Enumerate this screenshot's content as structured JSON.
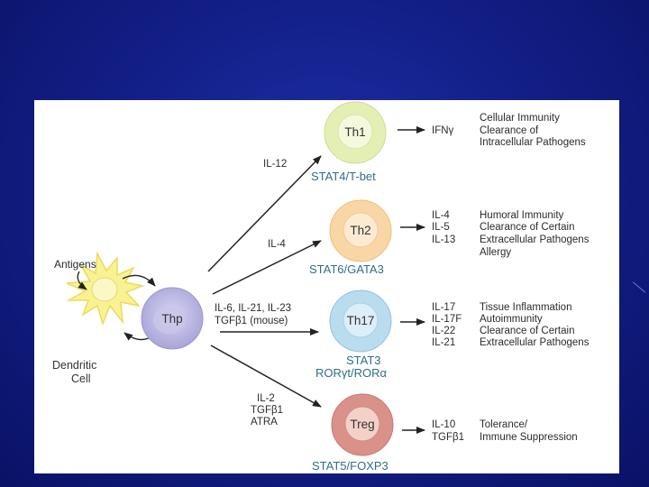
{
  "diagram": {
    "antigens_label": "Antigens",
    "dendritic_label_line1": "Dendritic",
    "dendritic_label_line2": "Cell",
    "thp_label": "Thp",
    "branches": [
      {
        "id": "th1",
        "cell": "Th1",
        "transcription_factor": "STAT4/T-bet",
        "inducers": [
          "IL-12"
        ],
        "cytokines": [
          "IFNγ"
        ],
        "functions": [
          "Cellular Immunity",
          "Clearance of",
          "Intracellular Pathogens"
        ],
        "cell_color": "#e4efb4",
        "cell_inner": "#f4f8dc"
      },
      {
        "id": "th2",
        "cell": "Th2",
        "transcription_factor": "STAT6/GATA3",
        "inducers": [
          "IL-4"
        ],
        "cytokines": [
          "IL-4",
          "IL-5",
          "IL-13"
        ],
        "functions": [
          "Humoral Immunity",
          "Clearance of Certain",
          "Extracellular Pathogens",
          "Allergy"
        ],
        "cell_color": "#f9d6a6",
        "cell_inner": "#fcebd2"
      },
      {
        "id": "th17",
        "cell": "Th17",
        "transcription_factor": "STAT3",
        "transcription_factor_line2": "RORγt/RORα",
        "inducers": [
          "IL-6, IL-21, IL-23",
          "TGFβ1 (mouse)"
        ],
        "cytokines": [
          "IL-17",
          "IL-17F",
          "IL-22",
          "IL-21"
        ],
        "functions": [
          "Tissue Inflammation",
          "Autoimmunity",
          "Clearance of Certain",
          "Extracellular Pathogens"
        ],
        "cell_color": "#b9dcef",
        "cell_inner": "#ddeef8"
      },
      {
        "id": "treg",
        "cell": "Treg",
        "transcription_factor": "STAT5/FOXP3",
        "inducers": [
          "IL-2",
          "TGFβ1",
          "ATRA"
        ],
        "cytokines": [
          "IL-10",
          "TGFβ1"
        ],
        "functions": [
          "Tolerance/",
          "Immune Suppression"
        ],
        "cell_color": "#d9918a",
        "cell_inner": "#f3d1c9"
      }
    ],
    "colors": {
      "slide_background": "#13208a",
      "arrow": "#222222",
      "transcription_factor_text": "#2f6f86",
      "dendritic_cell": "#f7f08a",
      "thp_cell": "#b7b4e0"
    }
  }
}
